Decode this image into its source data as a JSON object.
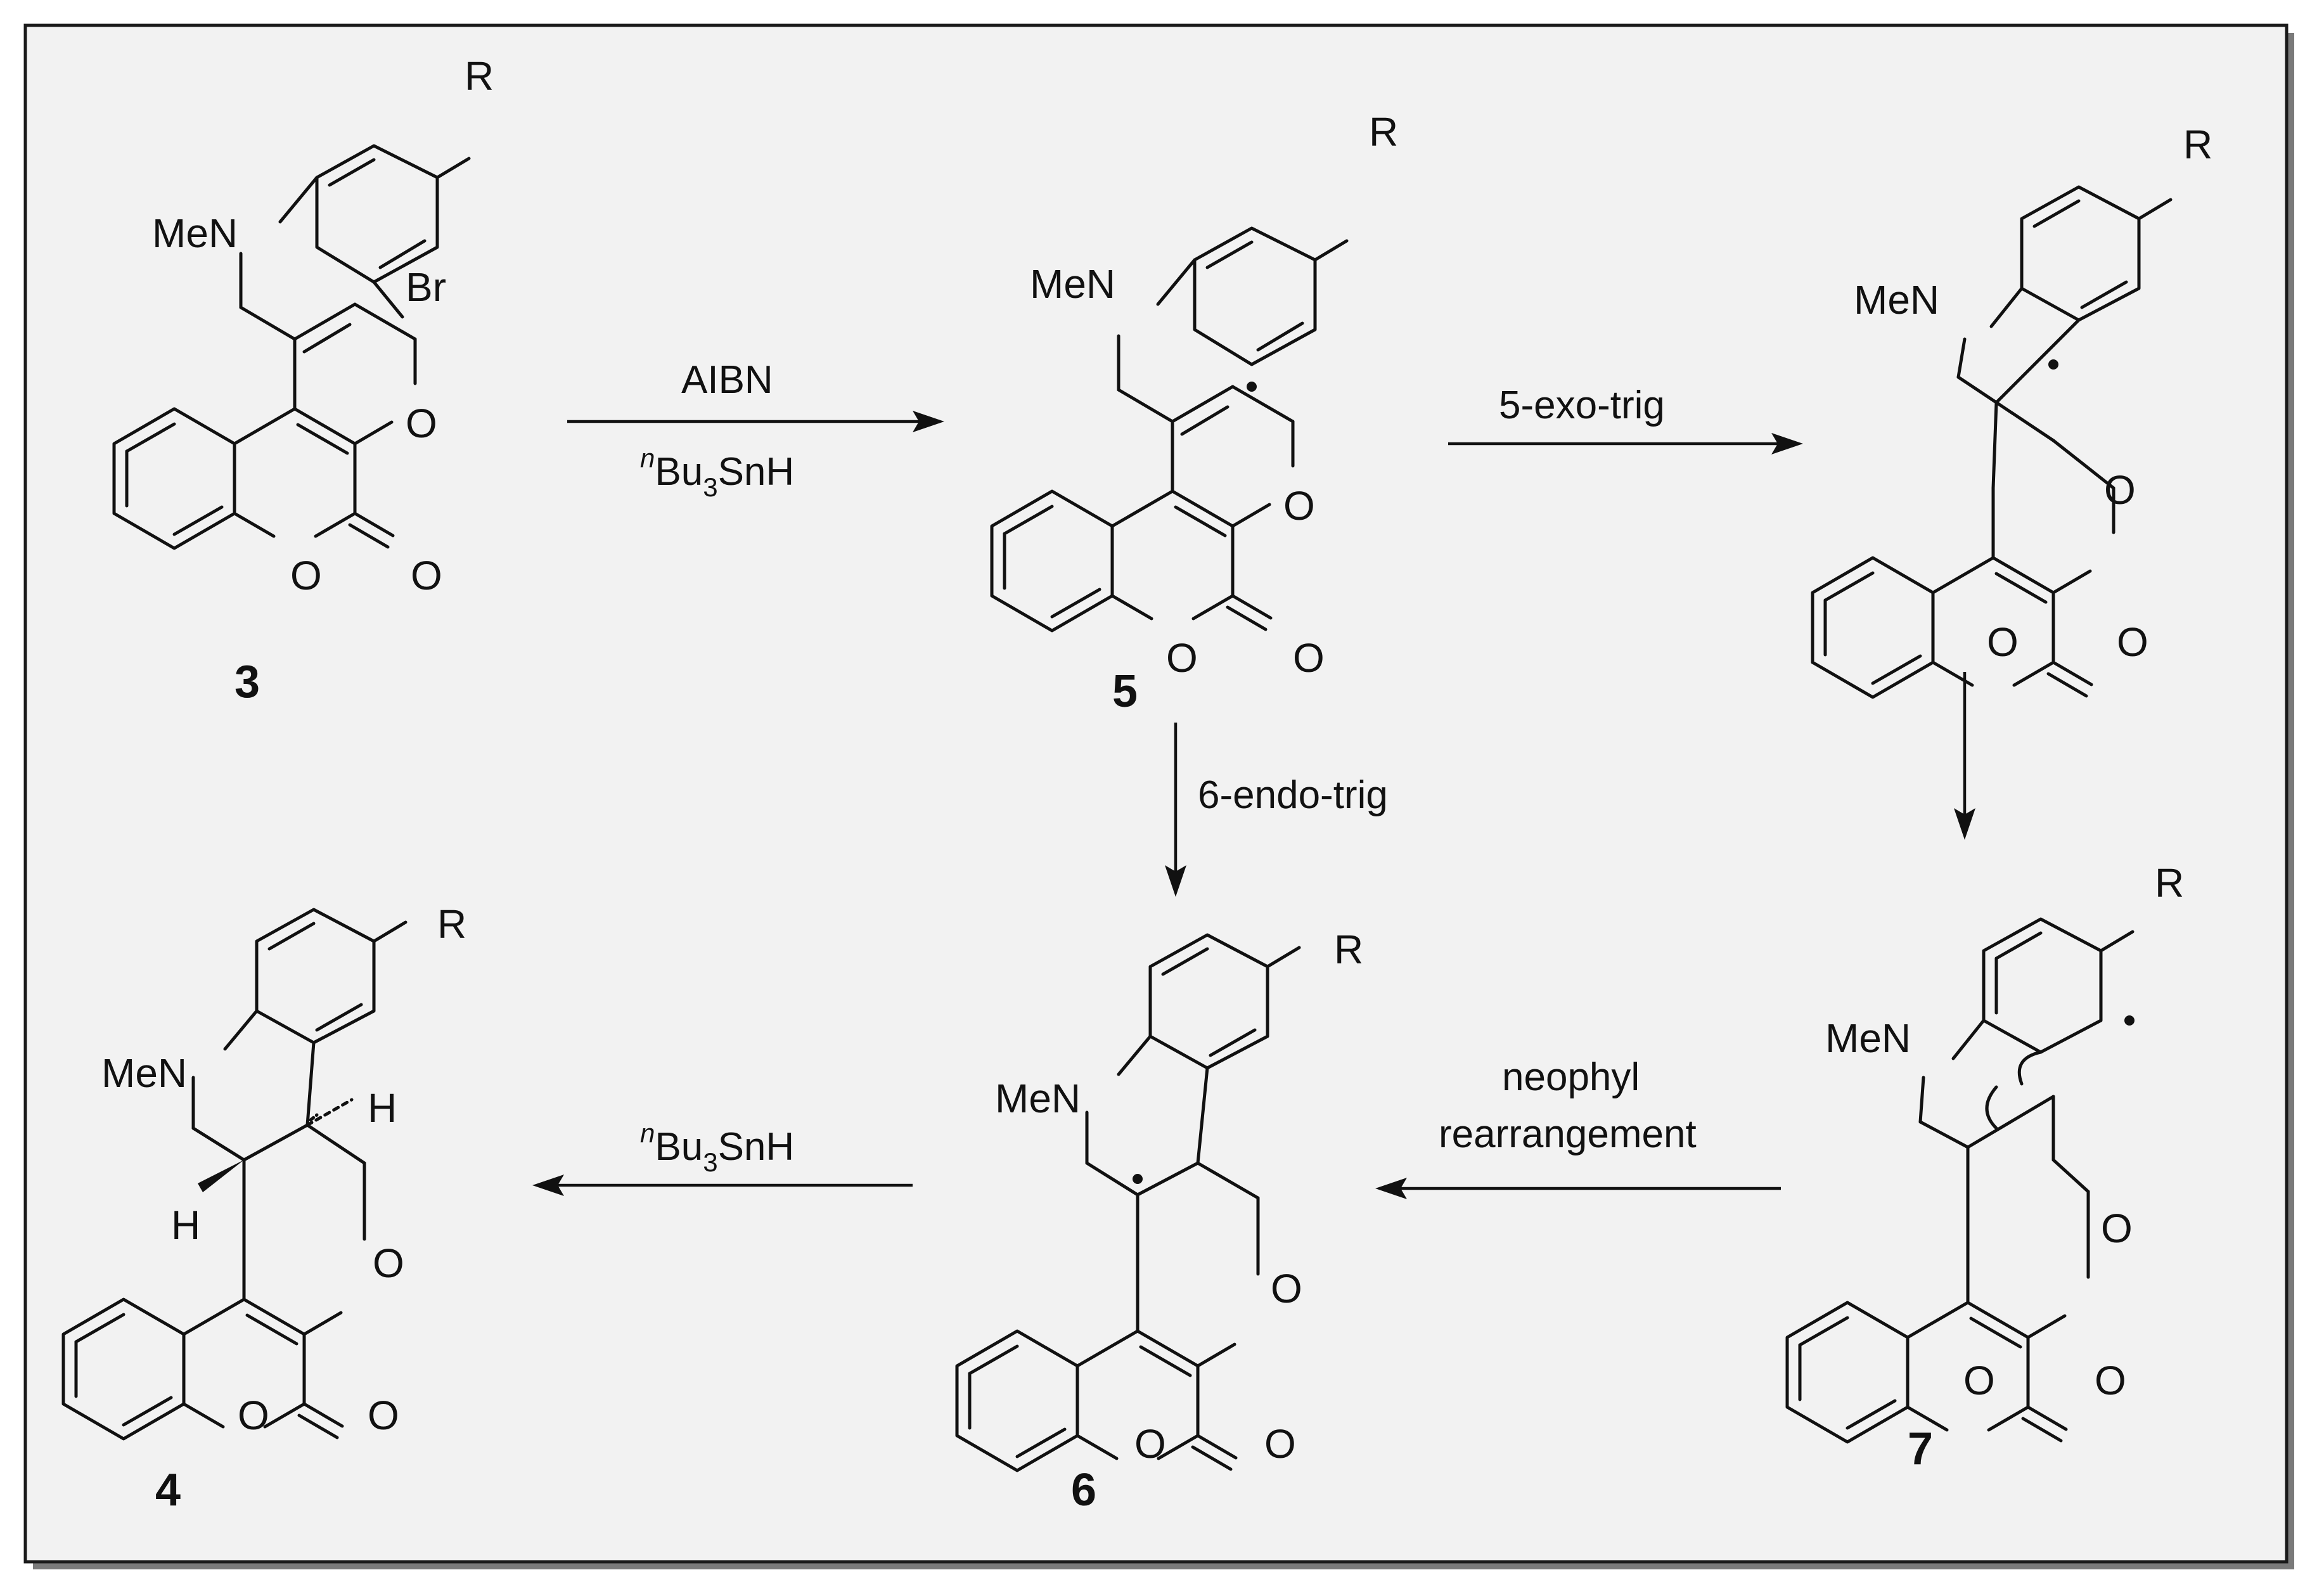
{
  "atoms": {
    "R": "R",
    "MeN": "MeN",
    "Br": "Br",
    "O": "O",
    "H": "H"
  },
  "compounds": {
    "c3": "3",
    "c4": "4",
    "c5": "5",
    "c6": "6",
    "c7": "7"
  },
  "conditions": {
    "aibn": "AIBN",
    "bu_sup": "n",
    "bu_main": "Bu",
    "bu_sub": "3",
    "bu_tail": "SnH",
    "exo": "5-exo-trig",
    "endo": "6-endo-trig",
    "neophyl_line1": "neophyl",
    "neophyl_line2": "rearrangement"
  }
}
